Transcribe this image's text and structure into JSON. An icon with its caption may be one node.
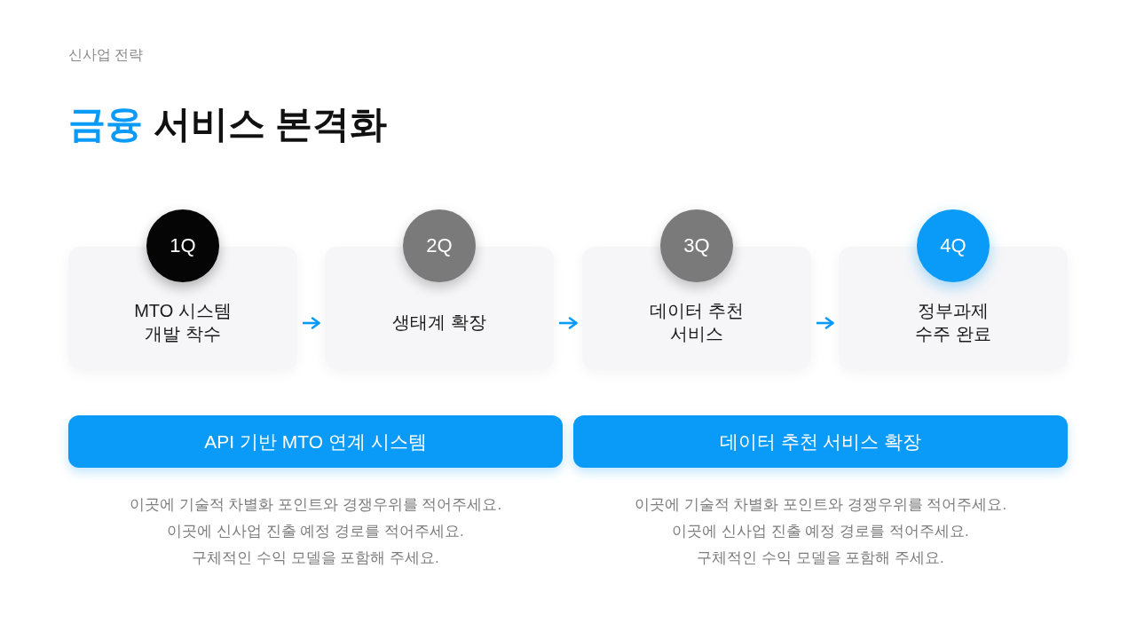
{
  "diagram": {
    "title": "금융 서비스 본격화",
    "nodes": [
      {
        "text": [
          "1Q"
        ]
      },
      {
        "text": [
          "MTO 시스템 개발 착수"
        ]
      },
      {
        "text": [
          "2Q"
        ]
      },
      {
        "text": [
          "생태계 확장"
        ]
      },
      {
        "text": [
          "3Q"
        ]
      },
      {
        "text": [
          "데이터 추천 서비스"
        ]
      },
      {
        "text": [
          "4Q"
        ]
      },
      {
        "text": [
          "정부과제 수주 완료"
        ]
      },
      {
        "text": [
          "API 기반 MTO 연계 시스템"
        ],
        "beside": [
          "이곳에 기술적 차별화 포인트와 경쟁우위를 적어주세요.",
          "이곳에 신사업 진출 예정 경로를 적어주세요.",
          "구체적인 수익 모델을 포함해 주세요."
        ]
      },
      {
        "text": [
          "데이터 추천 서비스 확장"
        ],
        "beside": [
          "이곳에 기술적 차별화 포인트와 경쟁우위를 적어주세요.",
          "이곳에 신사업 진출 예정 경로를 적어주세요.",
          "구체적인 수익 모델을 포함해 주세요."
        ]
      }
    ],
    "edges": [
      {
        "from": 1,
        "to": 3,
        "arrow": "to"
      },
      {
        "from": 3,
        "to": 5,
        "arrow": "to"
      },
      {
        "from": 5,
        "to": 7,
        "arrow": "to"
      }
    ],
    "labels": [
      "신사업 전략"
    ]
  }
}
